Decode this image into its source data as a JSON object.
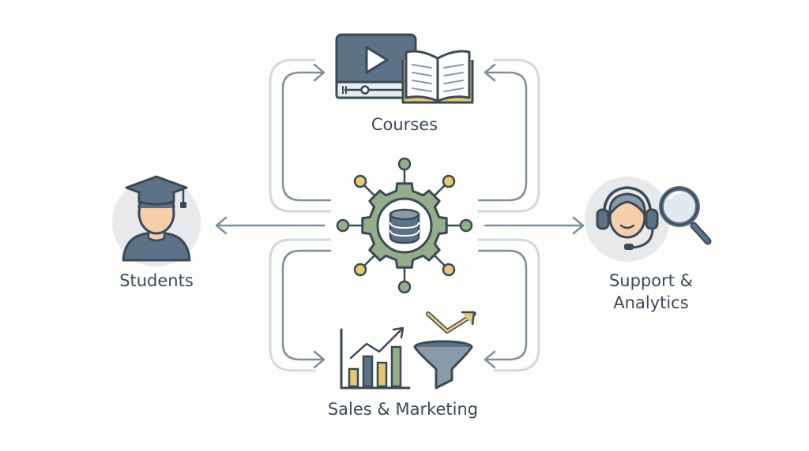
{
  "nodes": {
    "courses": {
      "label": "Courses"
    },
    "students": {
      "label": "Students"
    },
    "support": {
      "label_line1": "Support &",
      "label_line2": "Analytics"
    },
    "sales": {
      "label": "Sales & Marketing"
    }
  },
  "colors": {
    "primary": "#5d7187",
    "outline": "#3b4a57",
    "gear_green": "#93ae89",
    "accent_yellow": "#e7c872",
    "node_fill": "#e8c96e",
    "arrow_gray": "#8a9aa6",
    "shadow_gray": "#c9d0d4",
    "circle_bg": "#e7e9ea",
    "skin": "#f4cfa8"
  },
  "icons": {
    "courses": [
      "video-player-icon",
      "open-book-icon"
    ],
    "students": [
      "graduate-student-icon"
    ],
    "support": [
      "headset-agent-icon",
      "magnifying-glass-icon"
    ],
    "sales": [
      "bar-chart-icon",
      "funnel-icon"
    ],
    "hub": [
      "gear-database-icon"
    ]
  }
}
